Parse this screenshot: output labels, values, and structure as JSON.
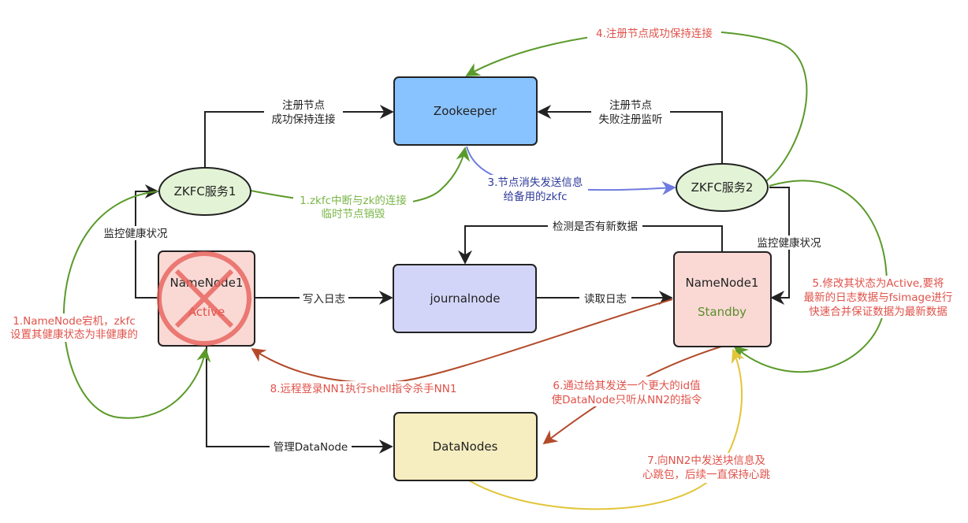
{
  "nodes": {
    "zookeeper": "Zookeeper",
    "zkfc1": "ZKFC服务1",
    "zkfc2": "ZKFC服务2",
    "nn1": {
      "name": "NameNode1",
      "state": "Active"
    },
    "journalnode": "journalnode",
    "nn2": {
      "name": "NameNode1",
      "state": "Standby"
    },
    "datanodes": "DataNodes"
  },
  "edges": {
    "zkfc1_to_zk": [
      "注册节点",
      "成功保持连接"
    ],
    "zkfc2_to_zk": [
      "注册节点",
      "失败注册监听"
    ],
    "monitor1": "监控健康状况",
    "monitor2": "监控健康状况",
    "write_log": "写入日志",
    "read_log": "读取日志",
    "check_data": "检测是否有新数据",
    "manage_dn": "管理DataNode"
  },
  "steps": {
    "s1": [
      "1.NameNode宕机，zkfc",
      "设置其健康状态为非健康的"
    ],
    "s1b": [
      "1.zkfc中断与zk的连接",
      "临时节点销毁"
    ],
    "s3": [
      "3.节点消失发送信息",
      "给备用的zkfc"
    ],
    "s4": "4.注册节点成功保持连接",
    "s5": [
      "5.修改其状态为Active,要将",
      "最新的日志数据与fsimage进行",
      "快速合并保证数据为最新数据"
    ],
    "s6": [
      "6.通过给其发送一个更大的id值",
      "使DataNode只听从NN2的指令"
    ],
    "s7": [
      "7.向NN2中发送块信息及",
      "心跳包，后续一直保持心跳"
    ],
    "s8": "8.远程登录NN1执行shell指令杀手NN1"
  },
  "colors": {
    "zookeeper_fill": "#89c3ff",
    "zkfc_fill": "#e3f4d6",
    "namenode_fill": "#fad9d5",
    "journalnode_fill": "#d3d5f8",
    "datanodes_fill": "#f6edc0",
    "red": "#e0524a",
    "green": "#5a9a2a",
    "blue": "#7b84e6",
    "yellow": "#e2c53a",
    "crimson": "#b34a2a"
  }
}
